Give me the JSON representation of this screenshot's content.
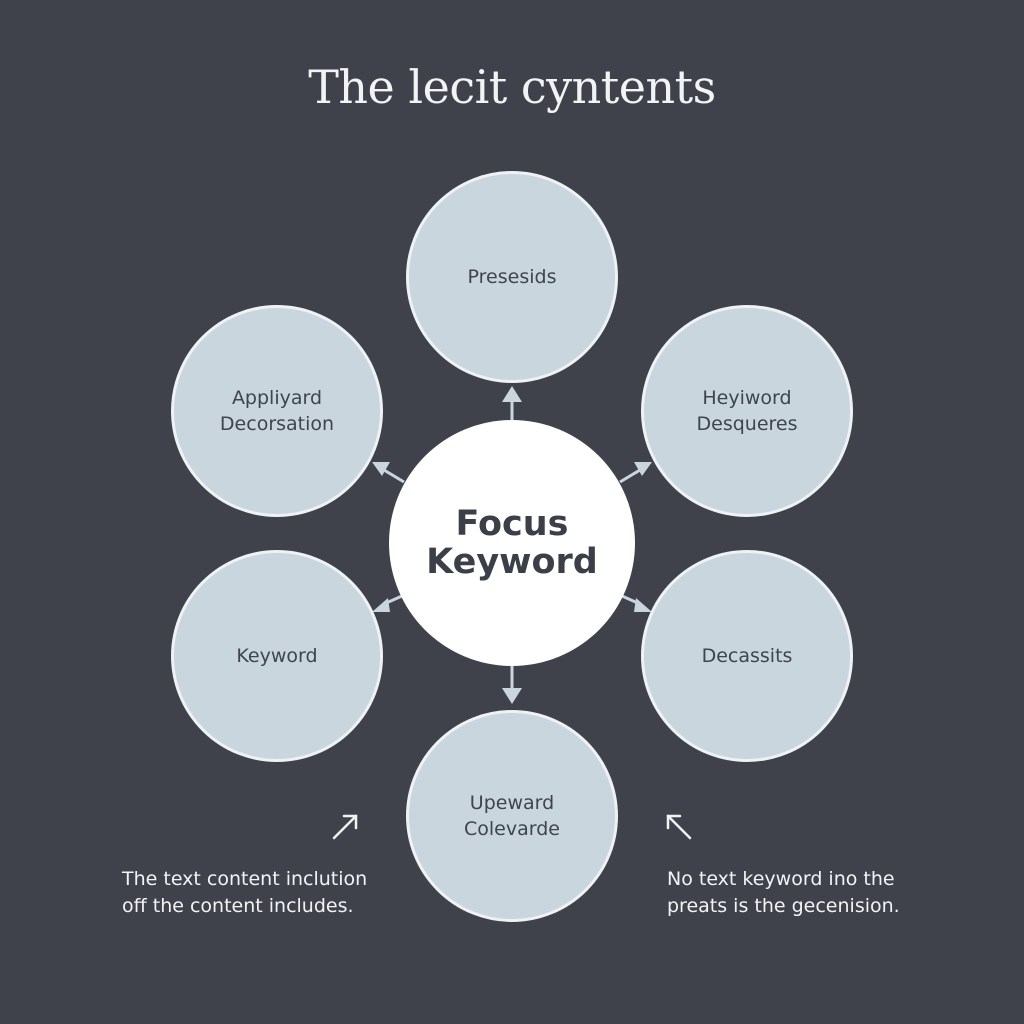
{
  "title": "The lecit cyntents",
  "center": "Focus\nKeyword",
  "nodes": [
    "Presesids",
    "Heyiword\nDesqueres",
    "Decassits",
    "Upeward\nColevarde",
    "Keyword",
    "Appliyard\nDecorsation"
  ],
  "notes": {
    "left": "The text content inclution\noff the content includes.",
    "right": "No text keyword ino the\npreats is the gecenision."
  },
  "colors": {
    "background": "#3f424b",
    "node_fill": "#c9d6de",
    "node_border": "#eef2f5",
    "center_fill": "#ffffff",
    "connector": "#c9d6de"
  }
}
